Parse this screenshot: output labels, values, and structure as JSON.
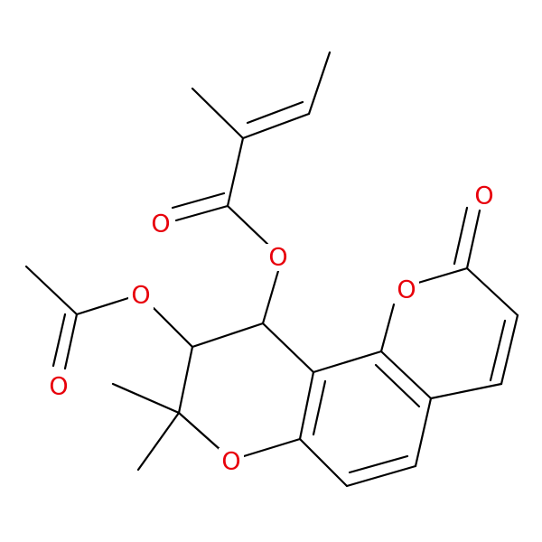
{
  "colors": {
    "background": "#ffffff",
    "carbon_bond": "#000000",
    "oxygen": "#e8000b"
  },
  "atom_labels": {
    "o_carbonyl_ester": "O",
    "o_ester_link": "O",
    "o_acetoxy_link": "O",
    "o_acetyl_carbonyl": "O",
    "o_lactone_carbonyl": "O",
    "o_lactone_ring": "O",
    "o_pyran_ring": "O"
  }
}
